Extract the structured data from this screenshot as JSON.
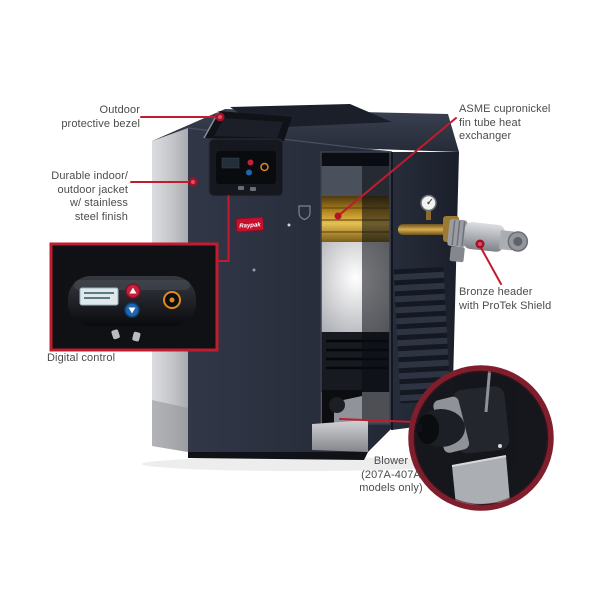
{
  "product_diagram": {
    "brand": {
      "badge_text": "Raypak"
    },
    "callouts": {
      "outdoor_bezel": {
        "lines": [
          "Outdoor",
          "protective bezel"
        ]
      },
      "jacket": {
        "lines": [
          "Durable indoor/",
          "outdoor jacket",
          "w/ stainless",
          "steel finish"
        ]
      },
      "heat_exchanger": {
        "lines": [
          "ASME cupronickel",
          "fin tube heat",
          "exchanger"
        ]
      },
      "bronze_header": {
        "lines": [
          "Bronze header",
          "with ProTek Shield"
        ]
      },
      "digital_control": {
        "label": "Digital control"
      },
      "blower": {
        "lines": [
          "Blower",
          "(207A-407A",
          "models only)"
        ]
      }
    },
    "icons": {
      "control_buttons": [
        "up-arrow-button",
        "down-arrow-button",
        "menu-button"
      ],
      "emblem": "shield-icon"
    },
    "colors": {
      "callout_red": "#c01b2e",
      "inset_rim_maroon": "#7f1f2e",
      "body_navy": "#2a3040",
      "stainless_gray": "#c9cacd",
      "heat_exchanger_gold": "#c79a33",
      "button_red": "#c4203a",
      "button_blue": "#1f66b0",
      "button_orange": "#e08b1d",
      "background": "#ffffff"
    }
  }
}
